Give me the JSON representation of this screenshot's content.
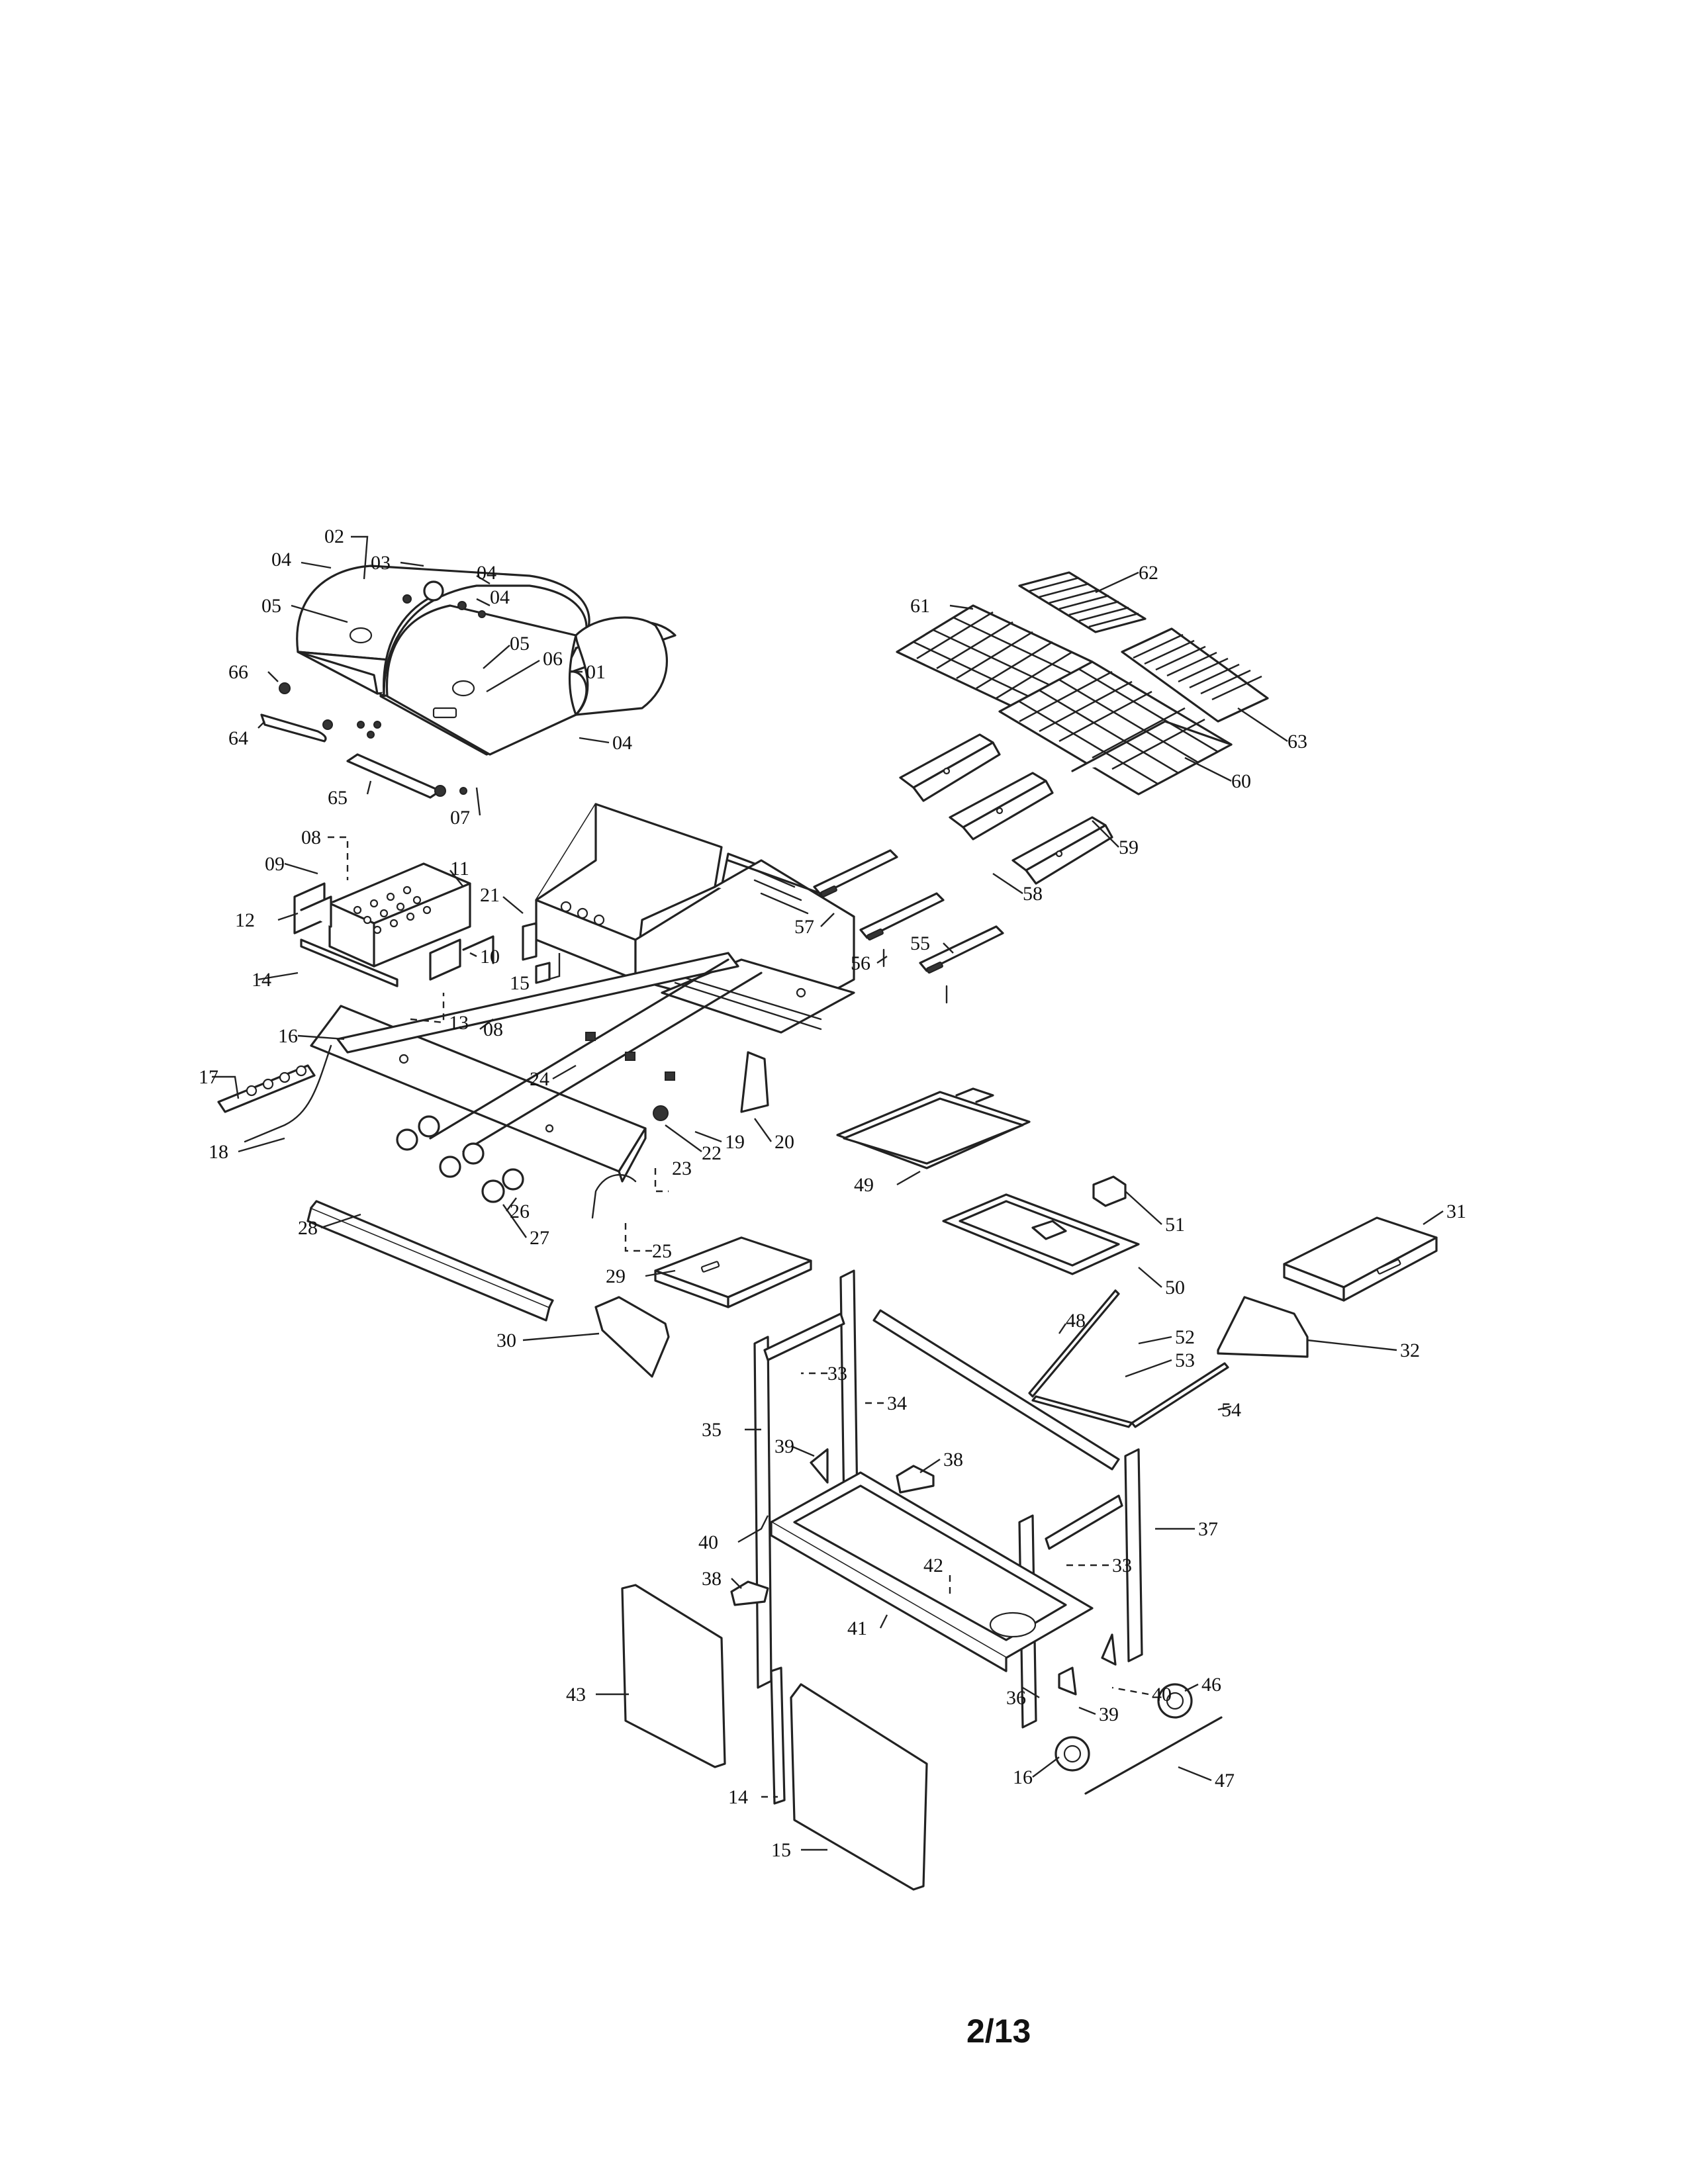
{
  "page_number": "2/13",
  "callouts": [
    {
      "id": "c02",
      "text": "02"
    },
    {
      "id": "c04a",
      "text": "04"
    },
    {
      "id": "c03",
      "text": "03"
    },
    {
      "id": "c04b",
      "text": "04"
    },
    {
      "id": "c04c",
      "text": "04"
    },
    {
      "id": "c05a",
      "text": "05"
    },
    {
      "id": "c05b",
      "text": "05"
    },
    {
      "id": "c06",
      "text": "06"
    },
    {
      "id": "c01",
      "text": "01"
    },
    {
      "id": "c66",
      "text": "66"
    },
    {
      "id": "c64",
      "text": "64"
    },
    {
      "id": "c04d",
      "text": "04"
    },
    {
      "id": "c65",
      "text": "65"
    },
    {
      "id": "c07",
      "text": "07"
    },
    {
      "id": "c62",
      "text": "62"
    },
    {
      "id": "c61",
      "text": "61"
    },
    {
      "id": "c63",
      "text": "63"
    },
    {
      "id": "c60",
      "text": "60"
    },
    {
      "id": "c59",
      "text": "59"
    },
    {
      "id": "c57",
      "text": "57"
    },
    {
      "id": "c58",
      "text": "58"
    },
    {
      "id": "c56",
      "text": "56"
    },
    {
      "id": "c55",
      "text": "55"
    },
    {
      "id": "c08a",
      "text": "08"
    },
    {
      "id": "c09",
      "text": "09"
    },
    {
      "id": "c11",
      "text": "11"
    },
    {
      "id": "c21",
      "text": "21"
    },
    {
      "id": "c12",
      "text": "12"
    },
    {
      "id": "c10a",
      "text": "10"
    },
    {
      "id": "c14",
      "text": "14"
    },
    {
      "id": "c15a",
      "text": "15"
    },
    {
      "id": "c13a",
      "text": "13"
    },
    {
      "id": "c08b",
      "text": "08"
    },
    {
      "id": "c16a",
      "text": "16"
    },
    {
      "id": "c17",
      "text": "17"
    },
    {
      "id": "c24",
      "text": "24"
    },
    {
      "id": "c19",
      "text": "19"
    },
    {
      "id": "c20",
      "text": "20"
    },
    {
      "id": "c18",
      "text": "18"
    },
    {
      "id": "c22",
      "text": "22"
    },
    {
      "id": "c23",
      "text": "23"
    },
    {
      "id": "c49",
      "text": "49"
    },
    {
      "id": "c26",
      "text": "26"
    },
    {
      "id": "c28",
      "text": "28"
    },
    {
      "id": "c27",
      "text": "27"
    },
    {
      "id": "c25",
      "text": "25"
    },
    {
      "id": "c51",
      "text": "51"
    },
    {
      "id": "c31",
      "text": "31"
    },
    {
      "id": "c29",
      "text": "29"
    },
    {
      "id": "c50",
      "text": "50"
    },
    {
      "id": "c30",
      "text": "30"
    },
    {
      "id": "c52",
      "text": "52"
    },
    {
      "id": "c48",
      "text": "48"
    },
    {
      "id": "c53",
      "text": "53"
    },
    {
      "id": "c32",
      "text": "32"
    },
    {
      "id": "c33a",
      "text": "33"
    },
    {
      "id": "c34",
      "text": "34"
    },
    {
      "id": "c54",
      "text": "54"
    },
    {
      "id": "c35",
      "text": "35"
    },
    {
      "id": "c39a",
      "text": "39"
    },
    {
      "id": "c38a",
      "text": "38"
    },
    {
      "id": "c37",
      "text": "37"
    },
    {
      "id": "c40a",
      "text": "40"
    },
    {
      "id": "c33b",
      "text": "33"
    },
    {
      "id": "c38b",
      "text": "38"
    },
    {
      "id": "c42",
      "text": "42"
    },
    {
      "id": "c41",
      "text": "41"
    },
    {
      "id": "c46a",
      "text": "46"
    },
    {
      "id": "c43",
      "text": "43"
    },
    {
      "id": "c36",
      "text": "36"
    },
    {
      "id": "c39b",
      "text": "39"
    },
    {
      "id": "c40b",
      "text": "40"
    },
    {
      "id": "c46b",
      "text": "16"
    },
    {
      "id": "c47",
      "text": "47"
    },
    {
      "id": "c44",
      "text": "14"
    },
    {
      "id": "c45",
      "text": "15"
    }
  ]
}
